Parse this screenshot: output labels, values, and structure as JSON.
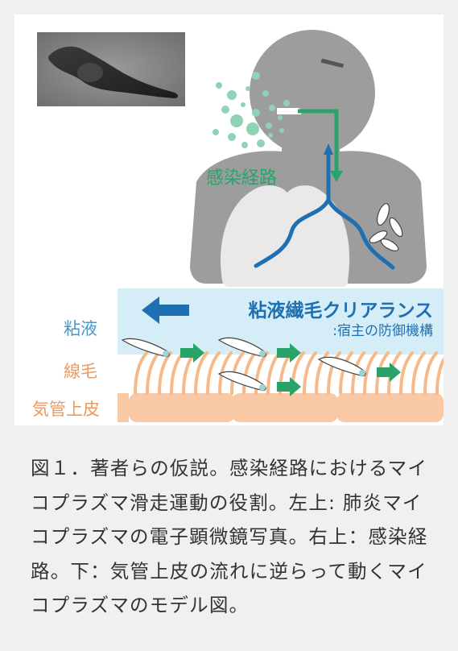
{
  "figure": {
    "route_label": "感染経路",
    "clearance_title": "粘液繊毛クリアランス",
    "clearance_subtitle": ":宿主の防御機構",
    "label_mucus": "粘液",
    "label_cilia": "線毛",
    "label_epithelium": "気管上皮",
    "colors": {
      "mucus_bg": "#d5edf7",
      "cilia": "#f6b98a",
      "epithelium": "#f8c9a4",
      "label_blue": "#4a97c7",
      "label_orange": "#ec9a60",
      "arrow_blue": "#1f6fb3",
      "arrow_green": "#2aa36a",
      "droplet_green": "#8fd3b5",
      "silhouette": "#9d9d9d",
      "lung": "#e9e9e9",
      "airway_blue": "#1f6fb3"
    }
  },
  "caption": {
    "text": "図１．著者らの仮説。感染経路におけるマイコプラズマ滑走運動の役割。左上: 肺炎マイコプラズマの電子顕微鏡写真。右上：感染経路。下：気管上皮の流れに逆らって動くマイコプラズマのモデル図。"
  }
}
